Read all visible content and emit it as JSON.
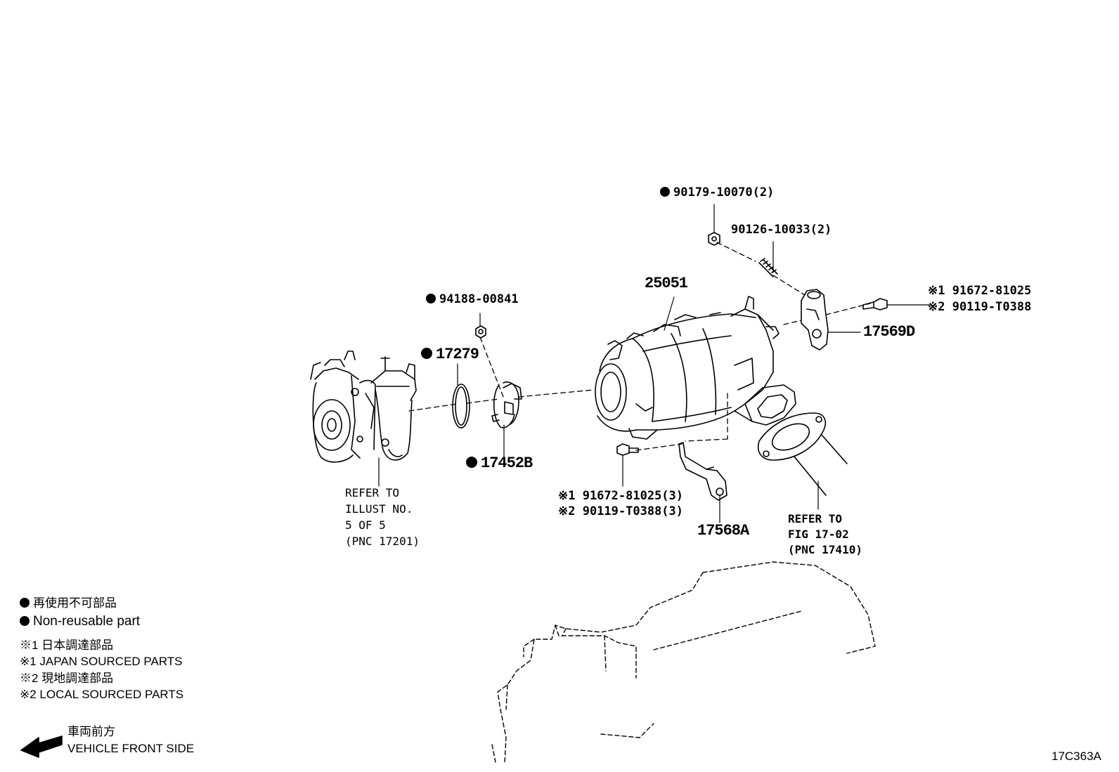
{
  "callouts": {
    "nut_top": "90179-10070(2)",
    "stud": "90126-10033(2)",
    "converter": "25051",
    "bolt_top_right_1": "※1 91672-81025",
    "bolt_top_right_2": "※2 90119-T0388",
    "bracket_right": "17569D",
    "nut_left": "94188-00841",
    "ring": "17279",
    "clamp": "17452B",
    "bolt_bottom_1": "※1 91672-81025(3)",
    "bolt_bottom_2": "※2 90119-T0388(3)",
    "bracket_bottom": "17568A"
  },
  "refer_turbo": {
    "line1": "REFER TO",
    "line2": "ILLUST NO.",
    "line3": "5 OF 5",
    "line4": "(PNC 17201)"
  },
  "refer_fig": {
    "line1": "REFER TO",
    "line2": "FIG 17-02",
    "line3": "(PNC 17410)"
  },
  "legend": {
    "nonreusable_jp": "再使用不可部品",
    "nonreusable_en": "Non-reusable part",
    "japan_jp": "※1 日本調達部品",
    "japan_en": "※1 JAPAN SOURCED PARTS",
    "local_jp": "※2 現地調達部品",
    "local_en": "※2 LOCAL SOURCED PARTS",
    "front_jp": "車両前方",
    "front_en": "VEHICLE FRONT SIDE"
  },
  "figure_code": "17C363A"
}
